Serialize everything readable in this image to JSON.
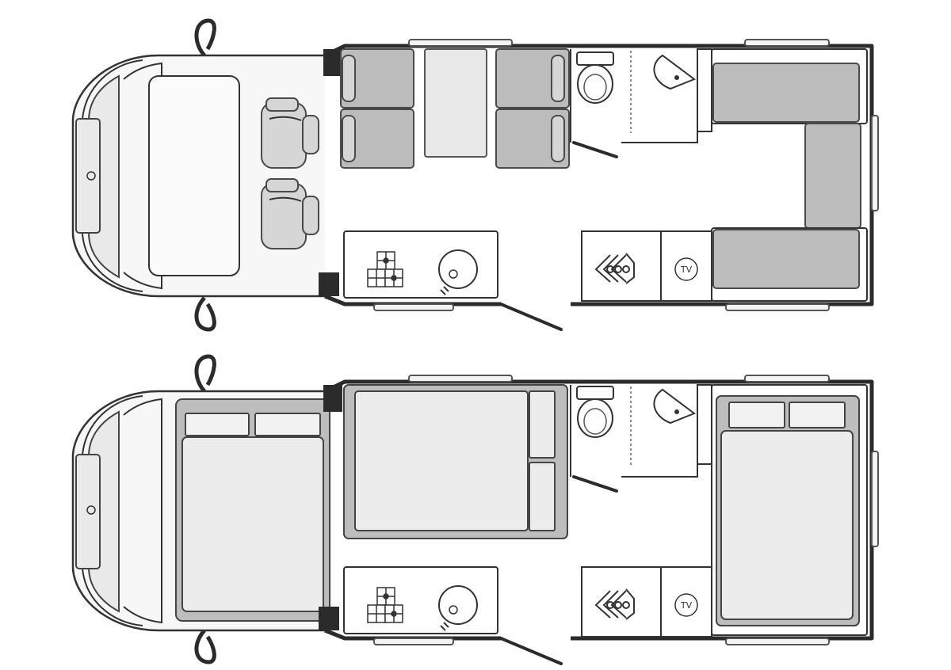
{
  "diagram": {
    "layouts": [
      {
        "id": "day",
        "tv_label": "TV"
      },
      {
        "id": "night",
        "tv_label": "TV"
      }
    ]
  }
}
